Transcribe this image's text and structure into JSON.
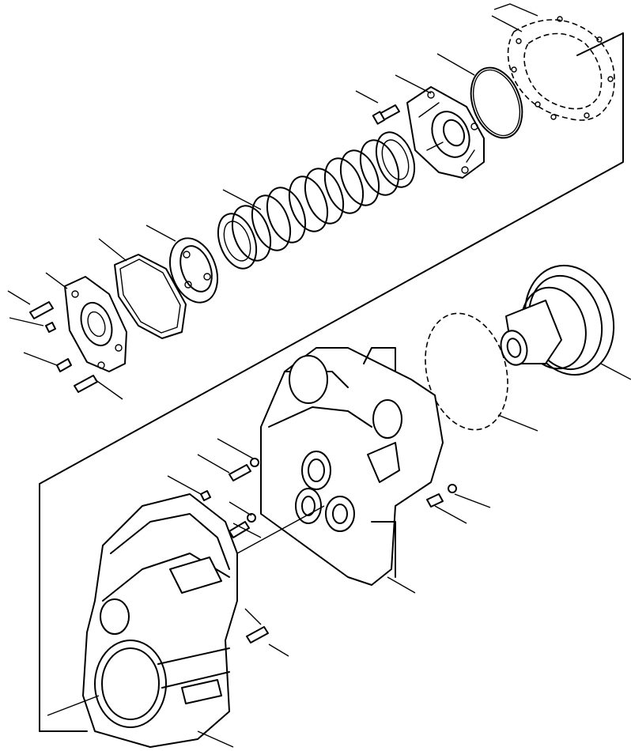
{
  "drawing": {
    "type": "exploded-parts-view",
    "colors": {
      "line": "#000000",
      "background": "#ffffff"
    },
    "parts": [
      {
        "id": "p1",
        "name": "cover-gasket-dashed-outline"
      },
      {
        "id": "p2",
        "name": "o-ring-large-upper"
      },
      {
        "id": "p3",
        "name": "piston-housing-upper"
      },
      {
        "id": "p4",
        "name": "bolt-upper"
      },
      {
        "id": "p5",
        "name": "clutch-disc-pack"
      },
      {
        "id": "p6",
        "name": "bearing-ring"
      },
      {
        "id": "p7",
        "name": "gasket-left"
      },
      {
        "id": "p8",
        "name": "cover-plate-left"
      },
      {
        "id": "p9",
        "name": "bolt-left-1"
      },
      {
        "id": "p10",
        "name": "washer-left"
      },
      {
        "id": "p11",
        "name": "dowel-pin-left"
      },
      {
        "id": "p12",
        "name": "bolt-left-2"
      },
      {
        "id": "p13",
        "name": "torque-converter-assembly"
      },
      {
        "id": "p14",
        "name": "o-ring-large-right"
      },
      {
        "id": "p15",
        "name": "transmission-case-center"
      },
      {
        "id": "p16",
        "name": "bolt-center"
      },
      {
        "id": "p17",
        "name": "washer-center"
      },
      {
        "id": "p18",
        "name": "dowel-pin-center"
      },
      {
        "id": "p19",
        "name": "bolt-center-2"
      },
      {
        "id": "p20",
        "name": "washer-center-2"
      },
      {
        "id": "p21",
        "name": "plug-right"
      },
      {
        "id": "p22",
        "name": "washer-right"
      },
      {
        "id": "p23",
        "name": "transmission-case-front"
      },
      {
        "id": "p24",
        "name": "bolt-front"
      }
    ]
  }
}
